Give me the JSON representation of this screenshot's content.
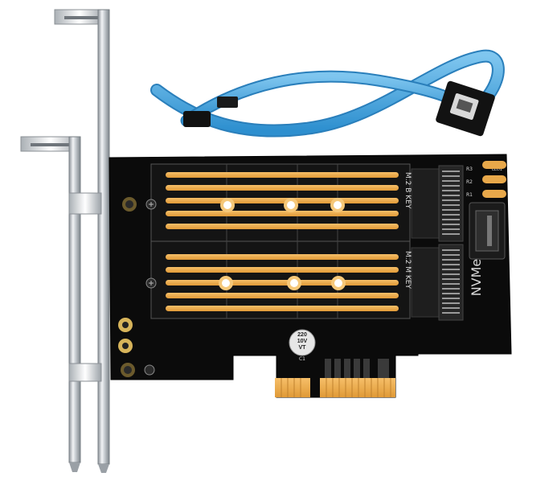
{
  "card": {
    "slot_top_label": "M.2 B KEY",
    "slot_bottom_label": "M.2 M KEY",
    "nvme_label": "NVMe",
    "capacitor_lines": [
      "220",
      "10V",
      "VT",
      "C1"
    ],
    "silkscreen": [
      "R3",
      "R2",
      "R1",
      "LED1",
      "LED2"
    ]
  },
  "colors": {
    "pcb": "#0b0b0b",
    "gold": "#f0a94a",
    "cable": "#3ea6e3",
    "bracket": "#c9ced3"
  }
}
